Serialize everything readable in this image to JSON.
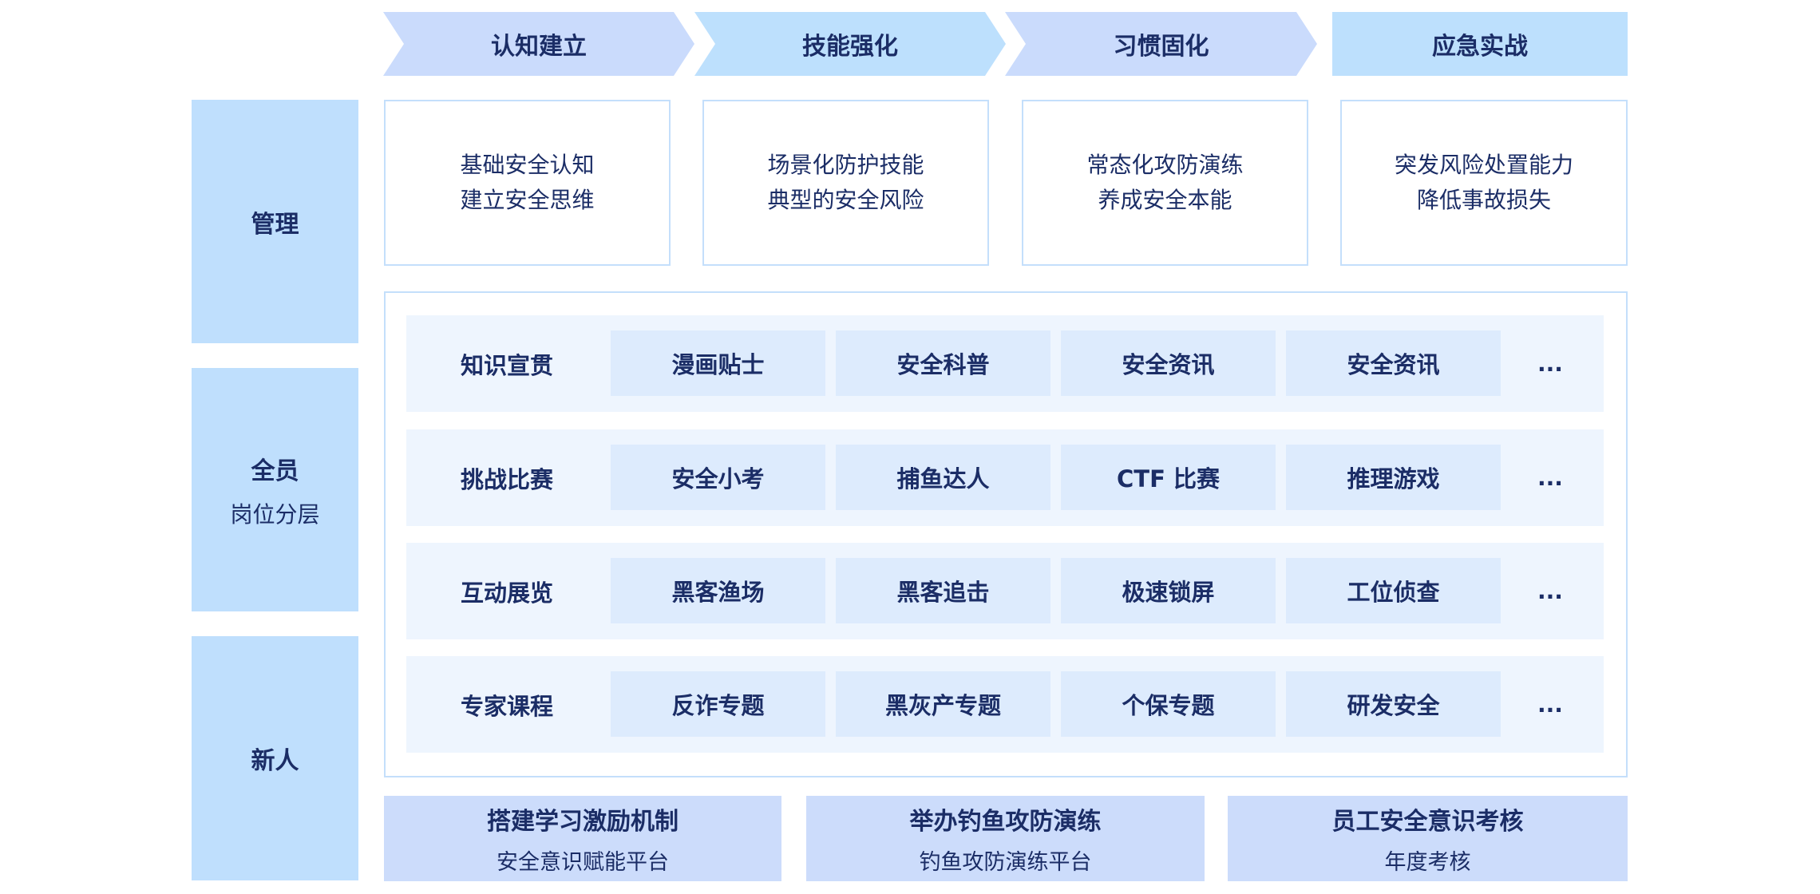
{
  "stages": [
    "认知建立",
    "技能强化",
    "习惯固化",
    "应急实战"
  ],
  "audience": [
    {
      "title": "管理"
    },
    {
      "title": "全员",
      "subtitle": "岗位分层"
    },
    {
      "title": "新人"
    }
  ],
  "goals": [
    {
      "line1": "基础安全认知",
      "line2": "建立安全思维"
    },
    {
      "line1": "场景化防护技能",
      "line2": "典型的安全风险"
    },
    {
      "line1": "常态化攻防演练",
      "line2": "养成安全本能"
    },
    {
      "line1": "突发风险处置能力",
      "line2": "降低事故损失"
    }
  ],
  "rows": [
    {
      "label": "知识宣贯",
      "items": [
        "漫画贴士",
        "安全科普",
        "安全资讯",
        "安全资讯"
      ],
      "more": "..."
    },
    {
      "label": "挑战比赛",
      "items": [
        "安全小考",
        "捕鱼达人",
        "CTF 比赛",
        "推理游戏"
      ],
      "more": "..."
    },
    {
      "label": "互动展览",
      "items": [
        "黑客渔场",
        "黑客追击",
        "极速锁屏",
        "工位侦查"
      ],
      "more": "..."
    },
    {
      "label": "专家课程",
      "items": [
        "反诈专题",
        "黑灰产专题",
        "个保专题",
        "研发安全"
      ],
      "more": "..."
    }
  ],
  "bottom": [
    {
      "title": "搭建学习激励机制",
      "subtitle": "安全意识赋能平台"
    },
    {
      "title": "举办钓鱼攻防演练",
      "subtitle": "钓鱼攻防演练平台"
    },
    {
      "title": "员工安全意识考核",
      "subtitle": "年度考核"
    }
  ],
  "colors": {
    "text": "#1b2d66",
    "stage_a": "#cadbfc",
    "stage_b": "#bde0fd",
    "side": "#bfdffd",
    "row": "#eef5fe",
    "chip": "#ddebfd",
    "bottom": "#ccdcfb",
    "border": "#c4dffb"
  }
}
